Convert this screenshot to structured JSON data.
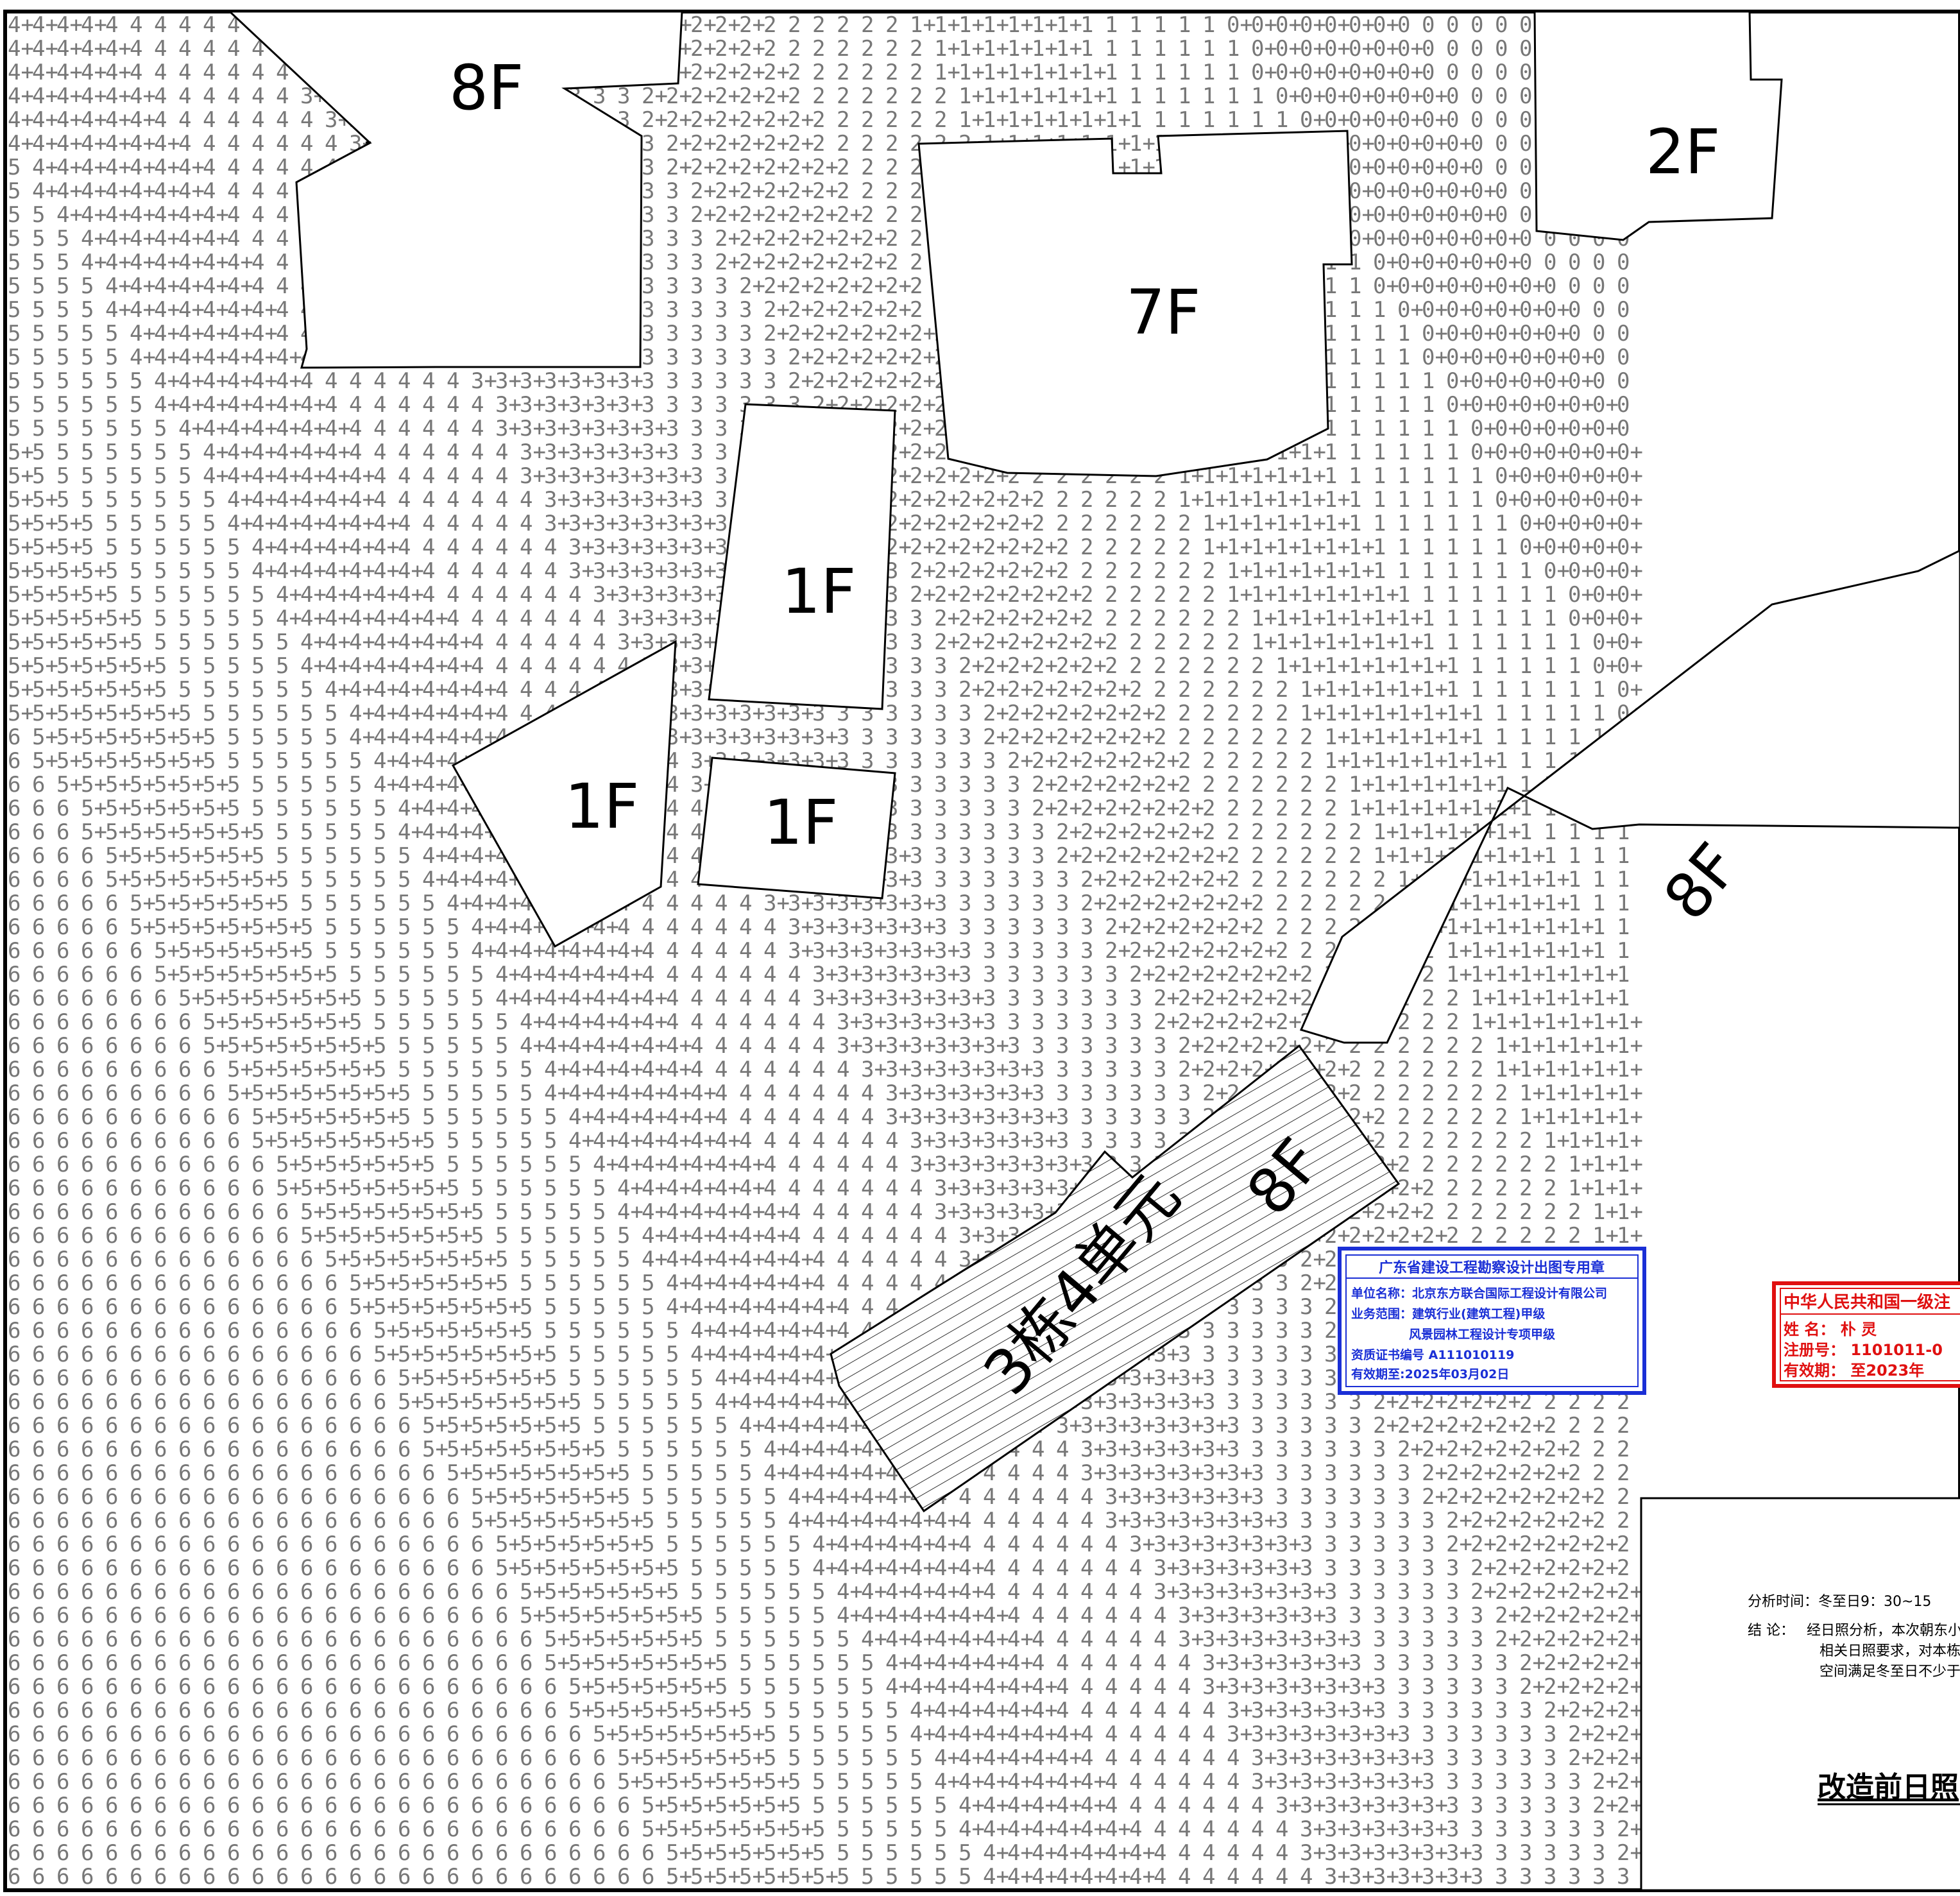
{
  "drawing": {
    "building_labels": {
      "nw": "8F",
      "center": "7F",
      "ne": "2F",
      "small_a": "1F",
      "small_b": "1F",
      "small_c": "1F",
      "se_long": "8F",
      "target_floor": "8F",
      "target_unit": "3栋4单元"
    },
    "grid_values": [
      "6",
      "5+",
      "5",
      "4+",
      "4",
      "3+",
      "3",
      "2+",
      "2",
      "1+",
      "1",
      "0+",
      "0"
    ]
  },
  "stamp_qualification": {
    "title": "广东省建设工程勘察设计出图专用章",
    "unit_name": "单位名称：北京东方联合国际工程设计有限公司",
    "scope_line1": "业务范围：建筑行业(建筑工程)甲级",
    "scope_line2": "风景园林工程设计专项甲级",
    "cert_no": "资质证书编号 A111010119",
    "valid": "有效期至:2025年03月02日"
  },
  "stamp_registered": {
    "title": "中华人民共和国一级注",
    "name": "姓  名：  朴  灵",
    "reg_no": "注册号：  1101011-0",
    "valid": "有效期：  至2023年"
  },
  "notes": {
    "analysis_time": "分析时间：冬至日9：30~15",
    "conclusion_label": "结    论：",
    "conclusion_line1": "经日照分析，本次朝东小",
    "conclusion_line2": "相关日照要求，对本栋住",
    "conclusion_line3": "空间满足冬至日不少于一",
    "sheet_title": "改造前日照"
  },
  "colors": {
    "stamp_blue": "#1a2fd6",
    "stamp_red": "#e01010",
    "line": "#000000"
  }
}
